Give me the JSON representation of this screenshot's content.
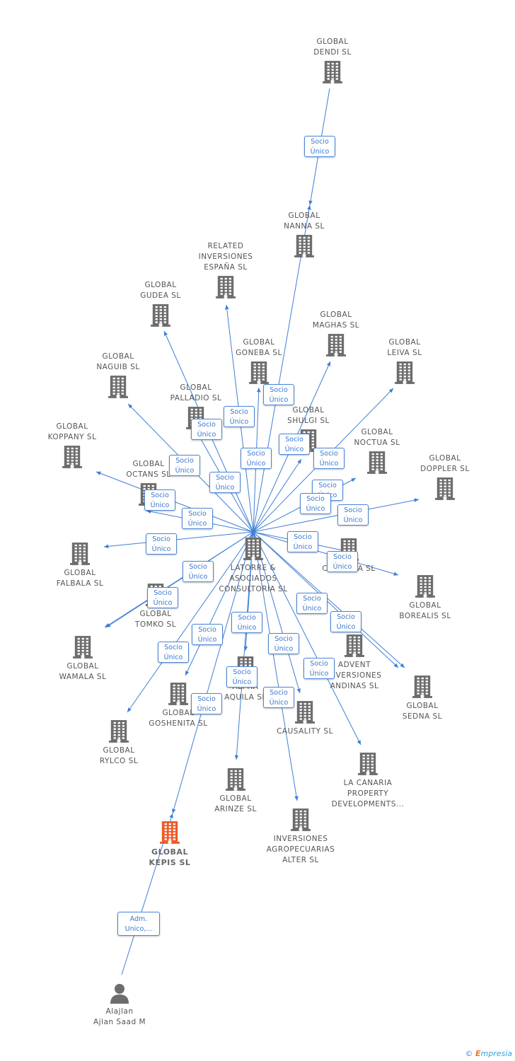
{
  "colors": {
    "edge": "#3f7fd6",
    "building": "#6d6d6d",
    "focus": "#f05a28",
    "person": "#6d6d6d"
  },
  "nodes": [
    {
      "id": "dendi",
      "type": "company",
      "label": "GLOBAL\nDENDI  SL",
      "labelPos": "above"
    },
    {
      "id": "nanna",
      "type": "company",
      "label": "GLOBAL\nNANNA  SL",
      "labelPos": "above"
    },
    {
      "id": "related",
      "type": "company",
      "label": "RELATED\nINVERSIONES\nESPAÑA  SL",
      "labelPos": "above"
    },
    {
      "id": "gudea",
      "type": "company",
      "label": "GLOBAL\nGUDEA  SL",
      "labelPos": "above"
    },
    {
      "id": "maghas",
      "type": "company",
      "label": "GLOBAL\nMAGHAS  SL",
      "labelPos": "above"
    },
    {
      "id": "goneba",
      "type": "company",
      "label": "GLOBAL\nGONEBA  SL",
      "labelPos": "above"
    },
    {
      "id": "leiva",
      "type": "company",
      "label": "GLOBAL\nLEIVA  SL",
      "labelPos": "above"
    },
    {
      "id": "naguib",
      "type": "company",
      "label": "GLOBAL\nNAGUIB  SL",
      "labelPos": "above"
    },
    {
      "id": "palladio",
      "type": "company",
      "label": "GLOBAL\nPALLADIO  SL",
      "labelPos": "above"
    },
    {
      "id": "shulgi",
      "type": "company",
      "label": "GLOBAL\nSHULGI  SL",
      "labelPos": "above"
    },
    {
      "id": "koppany",
      "type": "company",
      "label": "GLOBAL\nKOPPANY  SL",
      "labelPos": "above"
    },
    {
      "id": "noctua",
      "type": "company",
      "label": "GLOBAL\nNOCTUA  SL",
      "labelPos": "above"
    },
    {
      "id": "doppler",
      "type": "company",
      "label": "GLOBAL\nDOPPLER  SL",
      "labelPos": "above"
    },
    {
      "id": "octans",
      "type": "company",
      "label": "GLOBAL\nOCTANS  SL",
      "labelPos": "above"
    },
    {
      "id": "latorre",
      "type": "company",
      "label": "LATORRE &\nASOCIADOS\nCONSULTORIA SL",
      "labelPos": "below"
    },
    {
      "id": "falbala",
      "type": "company",
      "label": "GLOBAL\nFALBALA  SL",
      "labelPos": "below"
    },
    {
      "id": "caffarra",
      "type": "company",
      "label": "CAFFARRA  SL",
      "labelPos": "below"
    },
    {
      "id": "borealis",
      "type": "company",
      "label": "GLOBAL\nBOREALIS  SL",
      "labelPos": "below"
    },
    {
      "id": "tomko",
      "type": "company",
      "label": "GLOBAL\nTOMKO  SL",
      "labelPos": "below"
    },
    {
      "id": "wamala",
      "type": "company",
      "label": "GLOBAL\nWAMALA  SL",
      "labelPos": "below"
    },
    {
      "id": "advent",
      "type": "company",
      "label": "ADVENT\nINVERSIONES\nANDINAS  SL",
      "labelPos": "below"
    },
    {
      "id": "sedna",
      "type": "company",
      "label": "GLOBAL\nSEDNA  SL",
      "labelPos": "below"
    },
    {
      "id": "alpha",
      "type": "company",
      "label": "ALPHA\nAQUILA  SL",
      "labelPos": "below"
    },
    {
      "id": "goshenita",
      "type": "company",
      "label": "GLOBAL\nGOSHENITA  SL",
      "labelPos": "below"
    },
    {
      "id": "causality",
      "type": "company",
      "label": "CAUSALITY  SL",
      "labelPos": "below"
    },
    {
      "id": "rylco",
      "type": "company",
      "label": "GLOBAL\nRYLCO  SL",
      "labelPos": "below"
    },
    {
      "id": "lacanaria",
      "type": "company",
      "label": "LA CANARIA\nPROPERTY\nDEVELOPMENTS...",
      "labelPos": "below"
    },
    {
      "id": "arinze",
      "type": "company",
      "label": "GLOBAL\nARINZE  SL",
      "labelPos": "below"
    },
    {
      "id": "agro",
      "type": "company",
      "label": "INVERSIONES\nAGROPECUARIAS\nALTER  SL",
      "labelPos": "below"
    },
    {
      "id": "kepis",
      "type": "focus",
      "label": "GLOBAL\nKEPIS  SL",
      "labelPos": "below"
    },
    {
      "id": "ajlan",
      "type": "person",
      "label": "Alajlan\nAjlan Saad M",
      "labelPos": "below"
    }
  ],
  "edges": [
    {
      "from": "dendi",
      "to": "nanna",
      "label": "Socio\nÚnico"
    },
    {
      "from": "latorre",
      "to": "nanna",
      "label": "Socio\nÚnico"
    },
    {
      "from": "latorre",
      "to": "related",
      "label": "Socio\nÚnico"
    },
    {
      "from": "latorre",
      "to": "gudea",
      "label": "Socio\nÚnico"
    },
    {
      "from": "latorre",
      "to": "maghas",
      "label": "Socio\nÚnico"
    },
    {
      "from": "latorre",
      "to": "goneba",
      "label": "Socio\nÚnico"
    },
    {
      "from": "latorre",
      "to": "leiva",
      "label": "Socio\nÚnico"
    },
    {
      "from": "latorre",
      "to": "naguib",
      "label": "Socio\nÚnico"
    },
    {
      "from": "latorre",
      "to": "palladio",
      "label": "Socio\nÚnico"
    },
    {
      "from": "latorre",
      "to": "shulgi",
      "label": "Socio\nÚnico"
    },
    {
      "from": "latorre",
      "to": "koppany",
      "label": "Socio\nÚnico"
    },
    {
      "from": "latorre",
      "to": "noctua",
      "label": "Socio\nÚnico"
    },
    {
      "from": "latorre",
      "to": "doppler",
      "label": "Socio\nÚnico"
    },
    {
      "from": "latorre",
      "to": "octans",
      "label": "Socio\nÚnico"
    },
    {
      "from": "latorre",
      "to": "falbala",
      "label": "Socio\nÚnico"
    },
    {
      "from": "latorre",
      "to": "caffarra",
      "label": "Socio\nÚnico"
    },
    {
      "from": "latorre",
      "to": "borealis",
      "label": "Socio\nÚnico"
    },
    {
      "from": "latorre",
      "to": "tomko",
      "label": "Socio\nÚnico"
    },
    {
      "from": "latorre",
      "to": "wamala",
      "label": "Socio\nÚnico"
    },
    {
      "from": "latorre",
      "to": "sedna",
      "label": "Socio\nÚnico"
    },
    {
      "from": "latorre",
      "to": "advent",
      "label": "Socio\nÚnico"
    },
    {
      "from": "latorre",
      "to": "alpha",
      "label": "Socio\nÚnico"
    },
    {
      "from": "latorre",
      "to": "rylco",
      "label": "Socio\nÚnico"
    },
    {
      "from": "latorre",
      "to": "goshenita",
      "label": "Socio\nÚnico"
    },
    {
      "from": "latorre",
      "to": "causality",
      "label": "Socio\nÚnico"
    },
    {
      "from": "latorre",
      "to": "arinze",
      "label": "Socio\nÚnico"
    },
    {
      "from": "latorre",
      "to": "agro",
      "label": "Socio\nÚnico"
    },
    {
      "from": "latorre",
      "to": "lacanaria",
      "label": "Socio\nÚnico"
    },
    {
      "from": "latorre",
      "to": "kepis",
      "label": "Socio\nÚnico"
    },
    {
      "from": "ajlan",
      "to": "kepis",
      "label": "Adm.\nUnico,..."
    }
  ],
  "footer": {
    "copyright": "©",
    "brand_e": "E",
    "brand_rest": "mpresia"
  }
}
